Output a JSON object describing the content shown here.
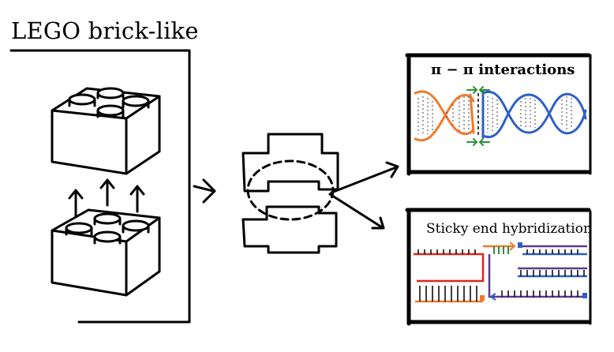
{
  "title": "LEGO brick-like",
  "panels": {
    "top": {
      "label": "π − π interactions"
    },
    "bottom": {
      "label": "Sticky end hybridization"
    }
  },
  "colors": {
    "ink": "#000000",
    "orange": "#ef7a2e",
    "blue": "#2f5fc6",
    "green": "#2f8f3a",
    "red": "#e0261d",
    "purple": "#5a3b8e"
  }
}
